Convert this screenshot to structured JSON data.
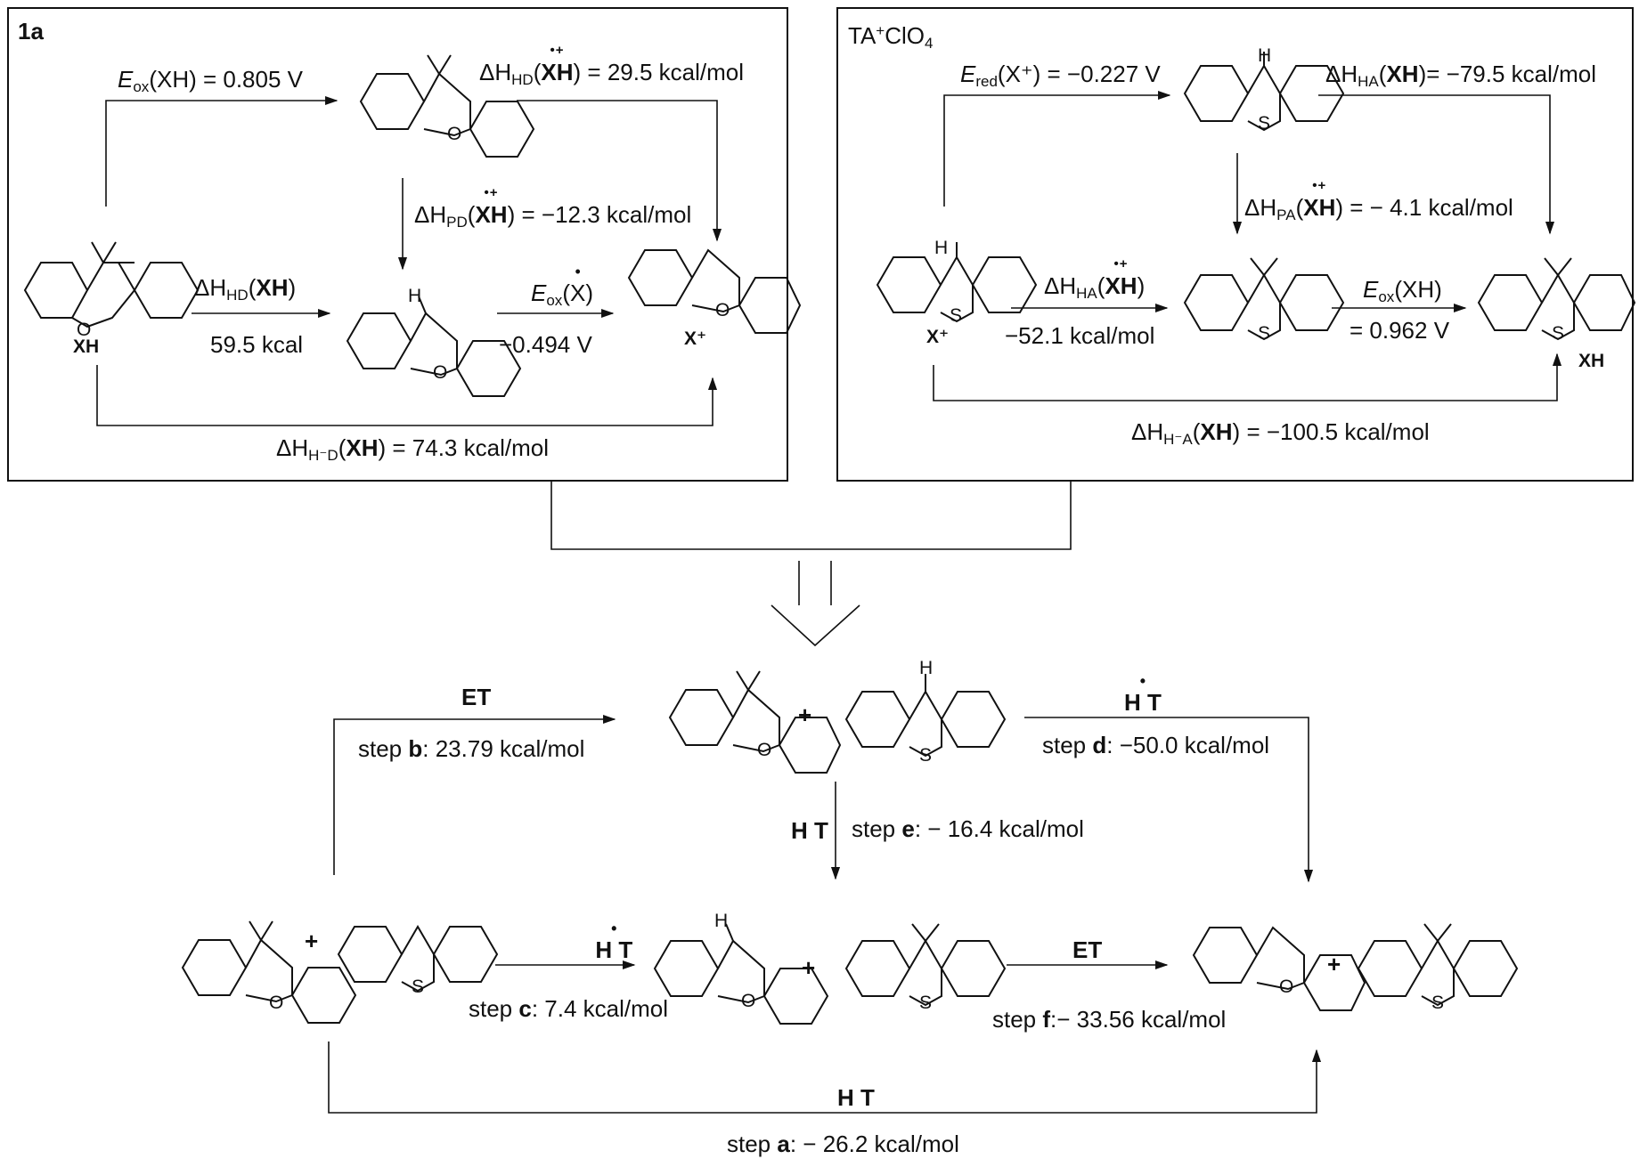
{
  "panel_a": {
    "title": "1a",
    "eox_top": "E",
    "eox_top_sub": "ox",
    "eox_top_rest": "(XH) = 0.805 V",
    "dhhd_rc_pre": "ΔH",
    "dhhd_rc_sub": "HD",
    "dhhd_rc_rest": " = 29.5 kcal/mol",
    "dhpd_pre": "ΔH",
    "dhpd_sub": "PD",
    "dhpd_rest": " = −12.3 kcal/mol",
    "dhhd_pre": "ΔH",
    "dhhd_sub": "HD",
    "dhhd_mol": "XH",
    "dhhd_value": "59.5 kcal",
    "eox_rad_pre": "E",
    "eox_rad_sub": "ox",
    "eox_rad_mol": "(X)",
    "eox_rad_value": "−0.494 V",
    "dhhd_hydride_pre": "ΔH",
    "dhhd_hydride_sub": "H⁻D",
    "dhhd_hydride_rest": " = 74.3 kcal/mol",
    "xh_label": "XH",
    "xplus_label": "X⁺",
    "xh_bold": "XH"
  },
  "panel_b": {
    "title": "TA",
    "title_sup": "+",
    "title_rest": "ClO",
    "title_sub": "4",
    "ered_pre": "E",
    "ered_sub": "red",
    "ered_rest": "(X⁺) = −0.227 V",
    "dhha_top_pre": "ΔH",
    "dhha_top_sub": "HA",
    "dhha_top_rest": "= −79.5 kcal/mol",
    "dhpa_pre": "ΔH",
    "dhpa_sub": "PA",
    "dhpa_rest": " = − 4.1 kcal/mol",
    "dhha_pre": "ΔH",
    "dhha_sub": "HA",
    "dhha_value": "−52.1 kcal/mol",
    "eox_pre": "E",
    "eox_sub": "ox",
    "eox_rest": "(XH)",
    "eox_value": "= 0.962 V",
    "dhha_hydride_pre": "ΔH",
    "dhha_hydride_sub": "H⁻A",
    "dhha_hydride_rest": " = −100.5 kcal/mol",
    "xplus_label": "X⁺",
    "xh_label": "XH",
    "xh_bold": "XH"
  },
  "bottom": {
    "et_label": "ET",
    "step_b_pre": "step ",
    "step_b_letter": "b",
    "step_b_rest": ": 23.79 kcal/mol",
    "ht_label": "H T",
    "step_d_pre": "step ",
    "step_d_letter": "d",
    "step_d_rest": ": −50.0 kcal/mol",
    "step_e_pre": "step ",
    "step_e_letter": "e",
    "step_e_rest": ": − 16.4 kcal/mol",
    "step_c_pre": "step ",
    "step_c_letter": "c",
    "step_c_rest": ": 7.4 kcal/mol",
    "et2_label": "ET",
    "step_f_pre": "step ",
    "step_f_letter": "f",
    "step_f_rest": ":− 33.56 kcal/mol",
    "step_a_pre": "step ",
    "step_a_letter": "a",
    "step_a_rest": ": − 26.2 kcal/mol",
    "plus": "+"
  },
  "atoms": {
    "O": "O",
    "S": "S",
    "H": "H"
  }
}
